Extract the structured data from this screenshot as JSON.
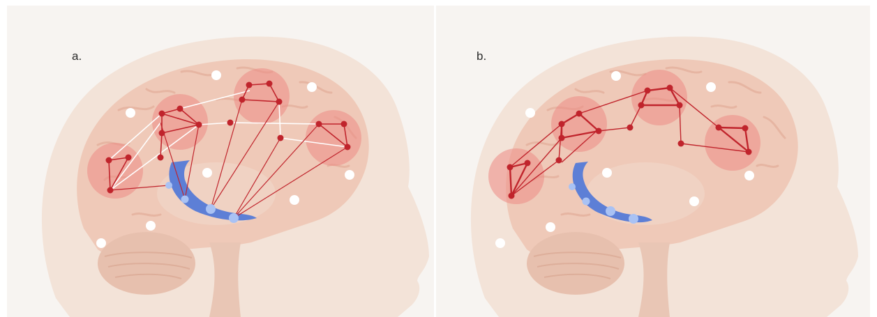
{
  "panels": [
    {
      "id": "a",
      "label": "a."
    },
    {
      "id": "b",
      "label": "b."
    }
  ],
  "colors": {
    "background": "#f7f4f1",
    "head_skin": "#f3e3d8",
    "brain": "#efc9b8",
    "brain_fold": "#e6b5a2",
    "cerebellum": "#e7c0ae",
    "region_halo": "#ec8a85",
    "network_node": "#c0242c",
    "network_edge": "#c0242c",
    "cross_link": "#ffffff",
    "hippocampus": "#5d7fd6",
    "hippocampus_node": "#a9c2f4",
    "inactive_node": "#ffffff"
  }
}
